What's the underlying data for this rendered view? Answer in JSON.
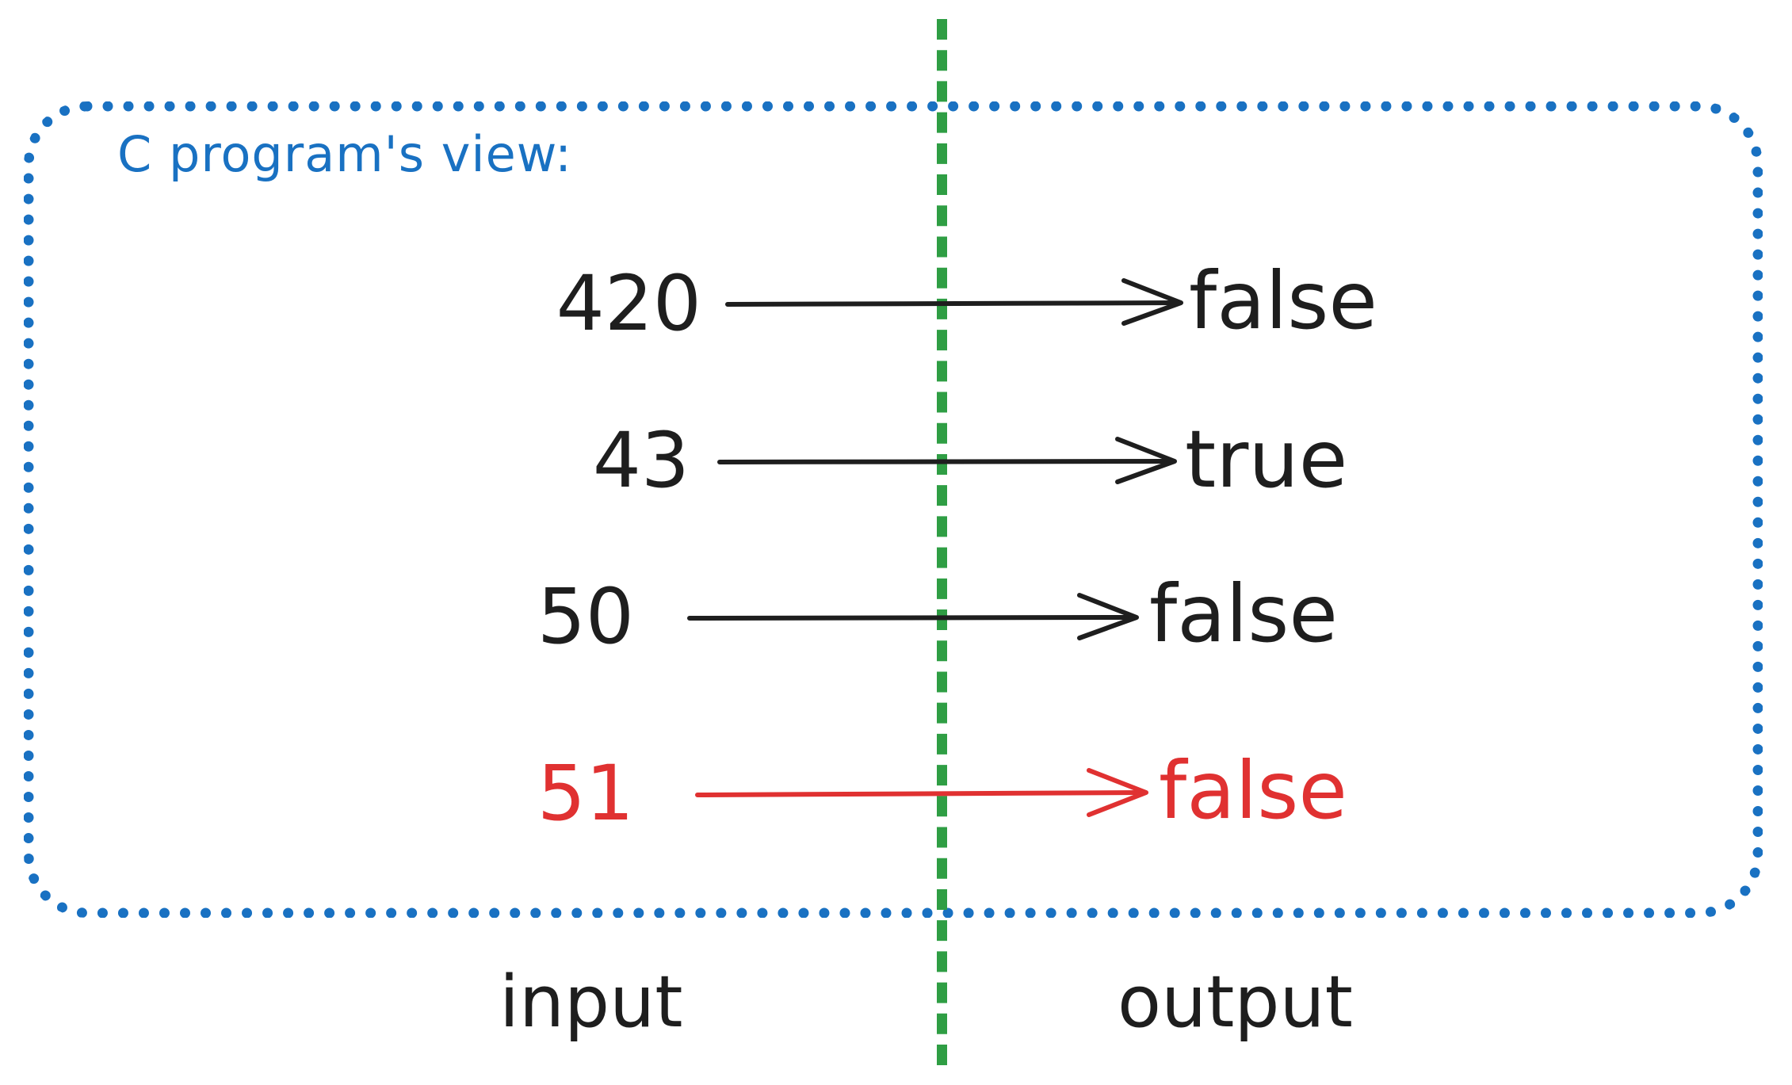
{
  "frame": {
    "title": "C program's view:",
    "color": "#1971c2"
  },
  "divider": {
    "color": "#2f9e44"
  },
  "mappings": [
    {
      "input": "420",
      "output": "false",
      "color": "#1e1e1e"
    },
    {
      "input": "43",
      "output": "true",
      "color": "#1e1e1e"
    },
    {
      "input": "50",
      "output": "false",
      "color": "#1e1e1e"
    },
    {
      "input": "51",
      "output": "false",
      "color": "#e03131"
    }
  ],
  "columns": {
    "input_label": "input",
    "output_label": "output"
  }
}
